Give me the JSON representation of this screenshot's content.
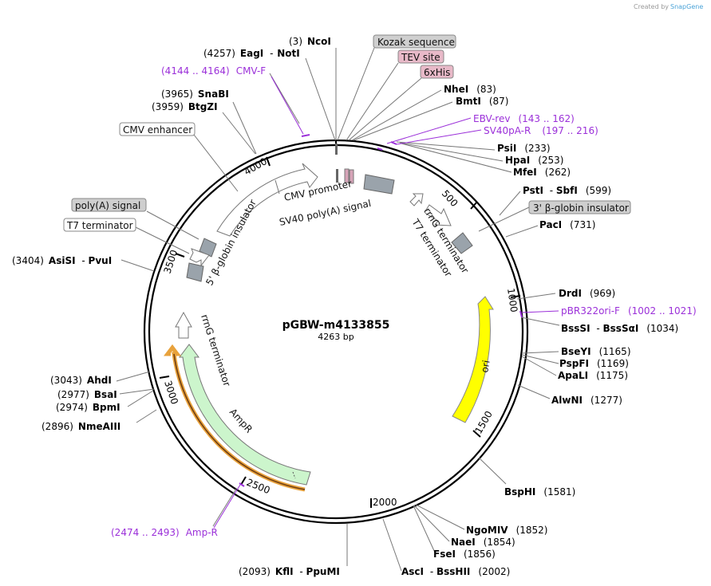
{
  "plasmid": {
    "name": "pGBW-m4133855",
    "size": "4263 bp"
  },
  "credit": {
    "text": "Created by",
    "brand": "SnapGene"
  },
  "ticks": [
    "500",
    "1000",
    "1500",
    "2000",
    "2500",
    "3000",
    "3500",
    "4000"
  ],
  "sites": [
    {
      "pos": "(3)",
      "name": "NcoI"
    },
    {
      "pos": "(4257)",
      "name": "EagI",
      "name2": "NotI"
    },
    {
      "pos": "(3965)",
      "name": "SnaBI"
    },
    {
      "pos": "(3959)",
      "name": "BtgZI"
    },
    {
      "pos": "(83)",
      "name": "NheI"
    },
    {
      "pos": "(87)",
      "name": "BmtI"
    },
    {
      "pos": "(233)",
      "name": "PsiI"
    },
    {
      "pos": "(253)",
      "name": "HpaI"
    },
    {
      "pos": "(262)",
      "name": "MfeI"
    },
    {
      "pos": "(599)",
      "name": "PstI",
      "name2": "SbfI"
    },
    {
      "pos": "(731)",
      "name": "PacI"
    },
    {
      "pos": "(969)",
      "name": "DrdI"
    },
    {
      "pos": "(1034)",
      "name": "BssSI",
      "name2": "BssSαI"
    },
    {
      "pos": "(1165)",
      "name": "BseYI"
    },
    {
      "pos": "(1169)",
      "name": "PspFI"
    },
    {
      "pos": "(1175)",
      "name": "ApaLI"
    },
    {
      "pos": "(1277)",
      "name": "AlwNI"
    },
    {
      "pos": "(1581)",
      "name": "BspHI"
    },
    {
      "pos": "(1852)",
      "name": "NgoMIV"
    },
    {
      "pos": "(1854)",
      "name": "NaeI"
    },
    {
      "pos": "(1856)",
      "name": "FseI"
    },
    {
      "pos": "(2002)",
      "name": "AscI",
      "name2": "BssHII"
    },
    {
      "pos": "(2093)",
      "name": "KflI",
      "name2": "PpuMI"
    },
    {
      "pos": "(2896)",
      "name": "NmeAIII"
    },
    {
      "pos": "(2974)",
      "name": "BpmI"
    },
    {
      "pos": "(2977)",
      "name": "BsaI"
    },
    {
      "pos": "(3043)",
      "name": "AhdI"
    },
    {
      "pos": "(3404)",
      "name": "AsiSI",
      "name2": "PvuI"
    }
  ],
  "primers": [
    {
      "range": "(4144 .. 4164)",
      "name": "CMV-F"
    },
    {
      "name": "EBV-rev",
      "range": "(143 .. 162)"
    },
    {
      "name": "SV40pA-R",
      "range": "(197 .. 216)"
    },
    {
      "name": "pBR322ori-F",
      "range": "(1002 .. 1021)"
    },
    {
      "range": "(2474 .. 2493)",
      "name": "Amp-R"
    }
  ],
  "boxed_labels": [
    {
      "text": "Kozak sequence",
      "color": "#cfcfcf"
    },
    {
      "text": "TEV site",
      "color": "#e8b9c8"
    },
    {
      "text": "6xHis",
      "color": "#e8b9c8"
    },
    {
      "text": "3' β-globin insulator",
      "color": "#cfcfcf"
    },
    {
      "text": "CMV enhancer",
      "color": "#ffffff"
    },
    {
      "text": "poly(A) signal",
      "color": "#cfcfcf"
    },
    {
      "text": "T7 terminator",
      "color": "#ffffff"
    }
  ],
  "feature_labels": {
    "cmv_promoter": "CMV promoter",
    "sv40_polya": "SV40 poly(A) signal",
    "globin5": "5' β-globin insulator",
    "rrng_right": "rrnG terminator",
    "t7_right": "T7 terminator",
    "rrng_left": "rrnG terminator",
    "ampr": "AmpR",
    "ori": "ori"
  },
  "colors": {
    "ori": "#ffff00",
    "ampr": "#ccf5cc",
    "promoter": "#ffffff",
    "grey_feature": "#9aa3ab",
    "pink_feature": "#d6a4b8",
    "primer": "#9b30d9",
    "ampr_primer_track": "#e8a23c"
  }
}
